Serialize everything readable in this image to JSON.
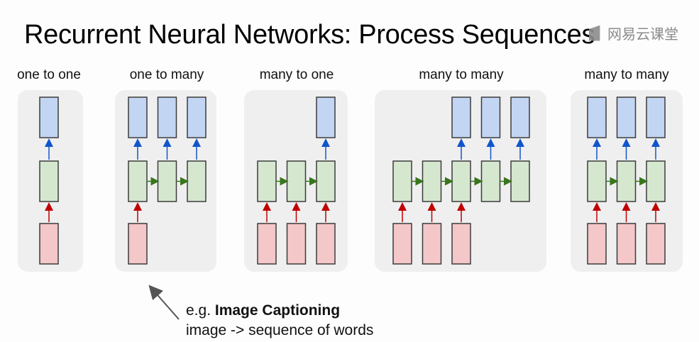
{
  "slide": {
    "title": "Recurrent Neural Networks: Process Sequences",
    "watermark": {
      "icon": "netease-cloud-classroom-logo",
      "text": "网易云课堂"
    }
  },
  "colors": {
    "input": "#f4c7c9",
    "hidden": "#d5e8cf",
    "output": "#c2d5f3",
    "box_border": "#3c3c3c",
    "panel_bg": "#efefef",
    "arrow_input": "#c00000",
    "arrow_output": "#1155cc",
    "arrow_recurrent": "#38761d"
  },
  "panels": [
    {
      "label": "one to one",
      "timesteps": 1,
      "inputs": [
        0
      ],
      "outputs": [
        0
      ]
    },
    {
      "label": "one to many",
      "timesteps": 3,
      "inputs": [
        0
      ],
      "outputs": [
        0,
        1,
        2
      ]
    },
    {
      "label": "many to one",
      "timesteps": 3,
      "inputs": [
        0,
        1,
        2
      ],
      "outputs": [
        2
      ]
    },
    {
      "label": "many to many",
      "timesteps": 5,
      "inputs": [
        0,
        1,
        2
      ],
      "outputs": [
        2,
        3,
        4
      ]
    },
    {
      "label": "many to many",
      "timesteps": 3,
      "inputs": [
        0,
        1,
        2
      ],
      "outputs": [
        0,
        1,
        2
      ]
    }
  ],
  "annotation": {
    "prefix": "e.g. ",
    "emphasis": "Image Captioning",
    "line2": "image -> sequence of words",
    "points_to": "one to many"
  }
}
